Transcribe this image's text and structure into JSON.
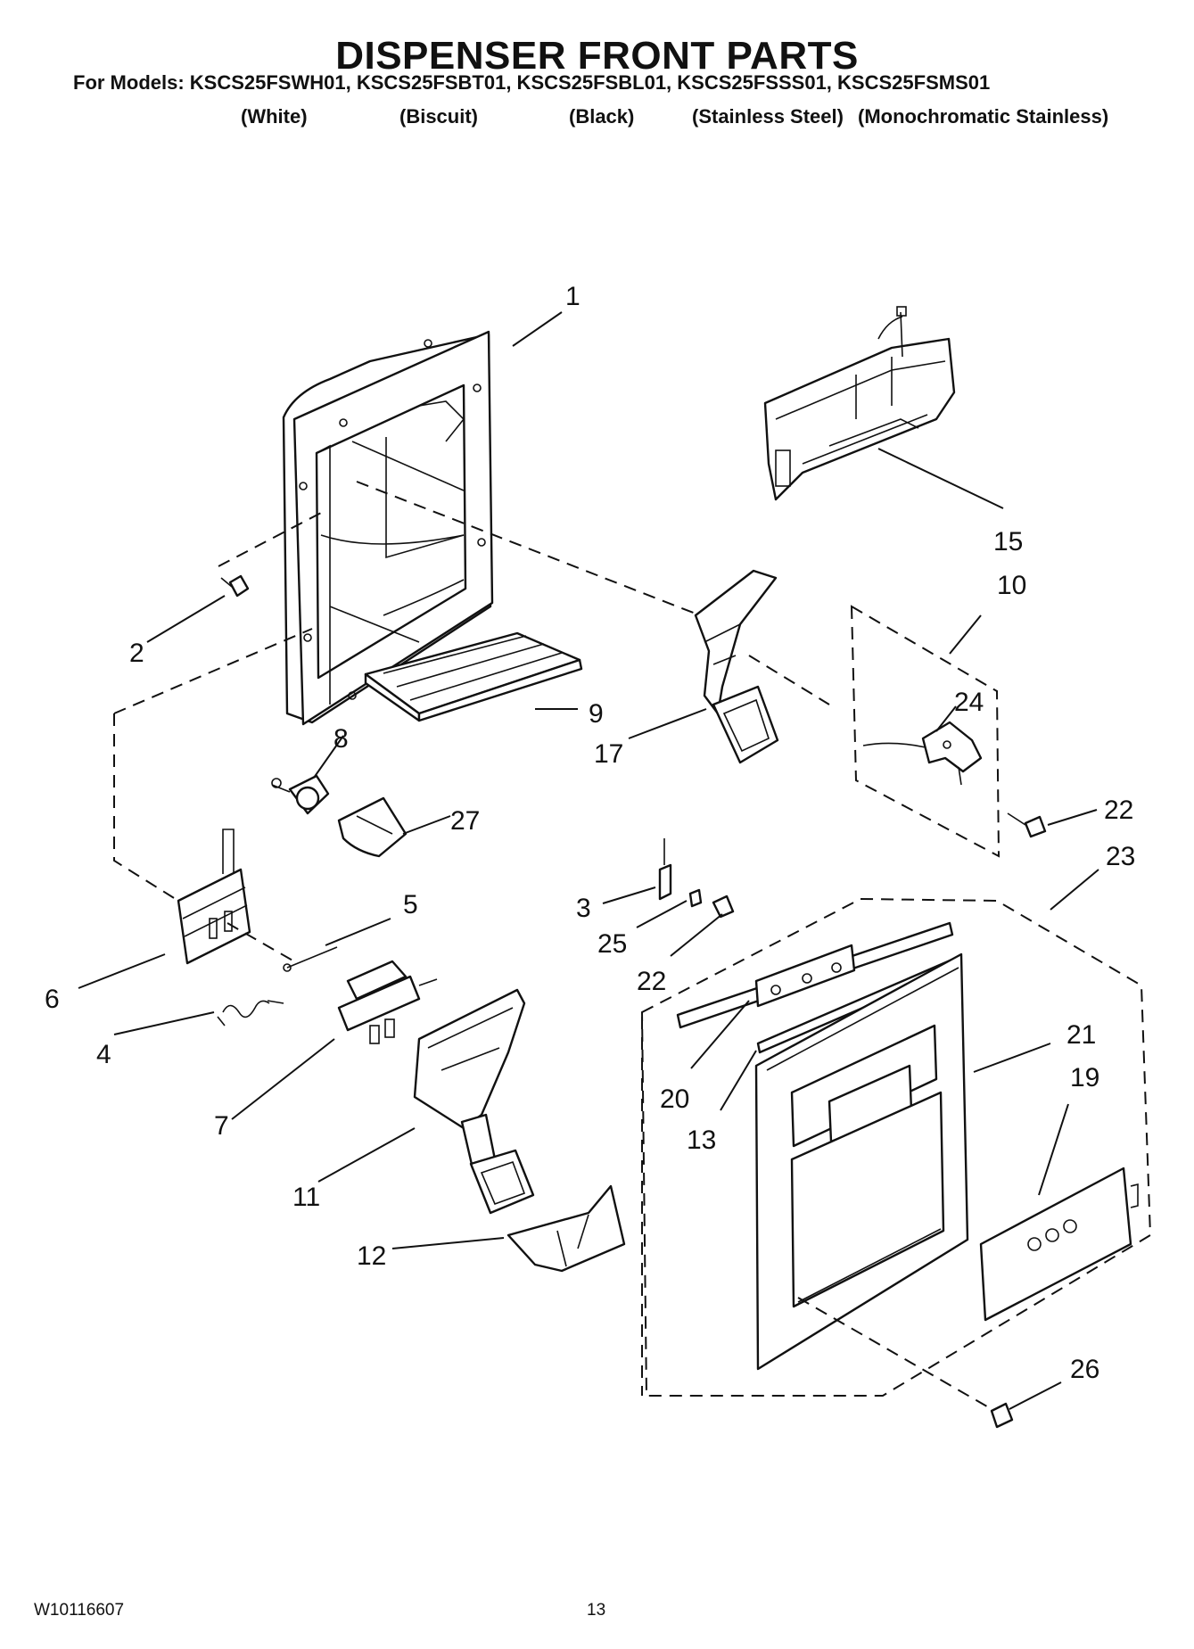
{
  "title": "DISPENSER FRONT PARTS",
  "models_line": "For Models: KSCS25FSWH01, KSCS25FSBT01, KSCS25FSBL01, KSCS25FSSS01, KSCS25FSMS01",
  "variants": [
    "(White)",
    "(Biscuit)",
    "(Black)",
    "(Stainless Steel)",
    "(Monochromatic Stainless)"
  ],
  "callouts": [
    "1",
    "2",
    "3",
    "4",
    "5",
    "6",
    "7",
    "8",
    "9",
    "10",
    "11",
    "12",
    "13",
    "15",
    "17",
    "19",
    "20",
    "21",
    "22",
    "22",
    "23",
    "24",
    "25",
    "26",
    "27"
  ],
  "footer": {
    "doc_number": "W10116607",
    "page_number": "13"
  }
}
